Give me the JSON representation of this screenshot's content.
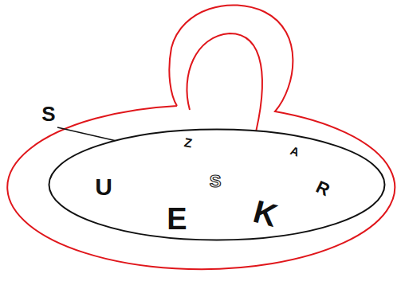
{
  "diagram": {
    "nodes": [
      {
        "text": [
          "U",
          "Z",
          "S",
          "A",
          "R",
          "E",
          "K"
        ]
      }
    ],
    "labels": [
      "S"
    ]
  }
}
